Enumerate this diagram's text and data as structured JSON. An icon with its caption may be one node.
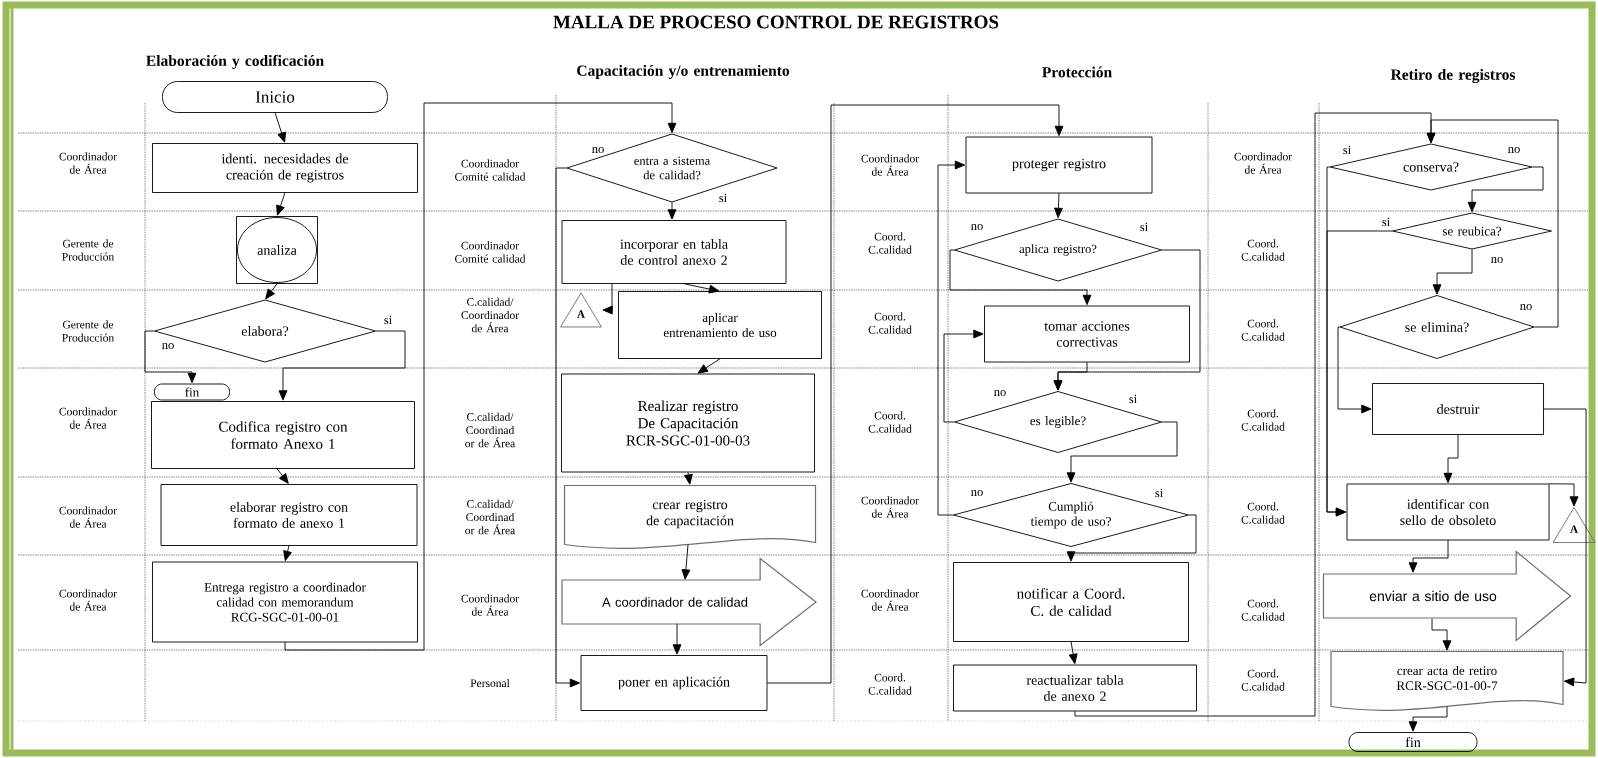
{
  "diagram": {
    "title": "MALLA DE PROCESO CONTROL DE REGISTROS",
    "nodes": [
      {
        "text": [
          "Inicio"
        ]
      },
      {
        "text": [
          "identi. necesidades de creación de registros"
        ]
      },
      {
        "text": [
          "analiza"
        ]
      },
      {
        "text": [
          "elabora?"
        ]
      },
      {
        "text": [
          "fin"
        ]
      },
      {
        "text": [
          "Codifica registro con formato Anexo 1"
        ]
      },
      {
        "text": [
          "elaborar registro con formato de anexo 1"
        ]
      },
      {
        "text": [
          "Entrega registro a coordinador calidad con memorandum RCG-SGC-01-00-01"
        ]
      },
      {
        "text": [
          "entra a sistema de calidad?"
        ]
      },
      {
        "text": [
          "incorporar en tabla de control anexo 2"
        ]
      },
      {
        "text": [
          "A"
        ]
      },
      {
        "text": [
          "aplicar entrenamiento de uso"
        ]
      },
      {
        "text": [
          "Realizar registro De Capacitación RCR-SGC-01-00-03"
        ]
      },
      {
        "text": [
          "crear registro de capacitación"
        ]
      },
      {
        "text": [
          "A coordinador de calidad"
        ]
      },
      {
        "text": [
          "poner en aplicación"
        ]
      },
      {
        "text": [
          "proteger registro"
        ]
      },
      {
        "text": [
          "aplica registro?"
        ]
      },
      {
        "text": [
          "tomar acciones correctivas"
        ]
      },
      {
        "text": [
          "es legible?"
        ]
      },
      {
        "text": [
          "Cumplió tiempo de uso?"
        ]
      },
      {
        "text": [
          "notificar a Coord. C. de calidad"
        ]
      },
      {
        "text": [
          "reactualizar tabla de anexo 2"
        ]
      },
      {
        "text": [
          "conserva?"
        ]
      },
      {
        "text": [
          "se reubica?"
        ]
      },
      {
        "text": [
          "se elimina?"
        ]
      },
      {
        "text": [
          "destruir"
        ]
      },
      {
        "text": [
          "identificar con sello de obsoleto"
        ]
      },
      {
        "text": [
          "A"
        ]
      },
      {
        "text": [
          "enviar a sitio de uso"
        ]
      },
      {
        "text": [
          "crear acta de retiro RCR-SGC-01-00-7"
        ]
      },
      {
        "text": [
          "fin"
        ]
      }
    ],
    "edges": [
      {
        "from": 0,
        "to": 1,
        "arrow": "to"
      },
      {
        "from": 1,
        "to": 2,
        "arrow": "to"
      },
      {
        "from": 2,
        "to": 3,
        "arrow": "to"
      },
      {
        "from": 3,
        "to": 4,
        "arrow": "to",
        "label": "no"
      },
      {
        "from": 3,
        "to": 5,
        "arrow": "to",
        "label": "si"
      },
      {
        "from": 5,
        "to": 6,
        "arrow": "to"
      },
      {
        "from": 6,
        "to": 7,
        "arrow": "to"
      },
      {
        "from": 7,
        "to": 8,
        "arrow": "to"
      },
      {
        "from": 8,
        "to": 9,
        "arrow": "to",
        "label": "si"
      },
      {
        "from": 8,
        "to": 15,
        "arrow": "to",
        "label": "no"
      },
      {
        "from": 9,
        "to": 10,
        "arrow": "to"
      },
      {
        "from": 9,
        "to": 11,
        "arrow": "to"
      },
      {
        "from": 11,
        "to": 12,
        "arrow": "to"
      },
      {
        "from": 12,
        "to": 13,
        "arrow": "to"
      },
      {
        "from": 13,
        "to": 14,
        "arrow": "to"
      },
      {
        "from": 14,
        "to": 15,
        "arrow": "to"
      },
      {
        "from": 15,
        "to": 16,
        "arrow": "to"
      },
      {
        "from": 16,
        "to": 17,
        "arrow": "to"
      },
      {
        "from": 17,
        "to": 18,
        "arrow": "to",
        "label": "no"
      },
      {
        "from": 17,
        "to": 19,
        "arrow": "to",
        "label": "si"
      },
      {
        "from": 18,
        "to": 19,
        "arrow": "to"
      },
      {
        "from": 19,
        "to": 18,
        "arrow": "to",
        "label": "no"
      },
      {
        "from": 19,
        "to": 20,
        "arrow": "to",
        "label": "si"
      },
      {
        "from": 20,
        "to": 16,
        "arrow": "to",
        "label": "no"
      },
      {
        "from": 20,
        "to": 21,
        "arrow": "to",
        "label": "si"
      },
      {
        "from": 21,
        "to": 22,
        "arrow": "to"
      },
      {
        "from": 22,
        "to": 23,
        "arrow": "to"
      },
      {
        "from": 23,
        "to": 24,
        "arrow": "to",
        "label": "no"
      },
      {
        "from": 23,
        "to": 27,
        "arrow": "to",
        "label": "si"
      },
      {
        "from": 24,
        "to": 27,
        "arrow": "to",
        "label": "si"
      },
      {
        "from": 24,
        "to": 25,
        "arrow": "to",
        "label": "no"
      },
      {
        "from": 25,
        "to": 23,
        "arrow": "to",
        "label": "no"
      },
      {
        "from": 25,
        "to": 26,
        "arrow": "to"
      },
      {
        "from": 26,
        "to": 27,
        "arrow": "to"
      },
      {
        "from": 26,
        "to": 30,
        "arrow": "to"
      },
      {
        "from": 27,
        "to": 28,
        "arrow": "to"
      },
      {
        "from": 27,
        "to": 29,
        "arrow": "to"
      },
      {
        "from": 29,
        "to": 30,
        "arrow": "to"
      },
      {
        "from": 30,
        "to": 31,
        "arrow": "to"
      }
    ],
    "labels": [
      "Elaboración y codificación",
      "Capacitación y/o entrenamiento",
      "Protección",
      "Retiro de registros",
      "Coordinador de Área",
      "Gerente de Producción",
      "Gerente de Producción",
      "Coordinador de Área",
      "Coordinador de Área",
      "Coordinador de Área",
      "Coordinador Comité calidad",
      "Coordinador Comité calidad",
      "C.calidad/ Coordinador de Área",
      "C.calidad/ Coordinad or de Área",
      "C.calidad/ Coordinad or de Área",
      "Coordinador de Área",
      "Personal",
      "Coordinador de Área",
      "Coord. C.calidad",
      "Coord. C.calidad",
      "Coord. C.calidad",
      "Coordinador de Área",
      "Coordinador de Área",
      "Coord. C.calidad",
      "Coordinador de Área",
      "Coord. C.calidad",
      "Coord. C.calidad",
      "Coord. C.calidad",
      "Coord. C.calidad",
      "Coord. C.calidad",
      "Coord. C.calidad"
    ]
  }
}
